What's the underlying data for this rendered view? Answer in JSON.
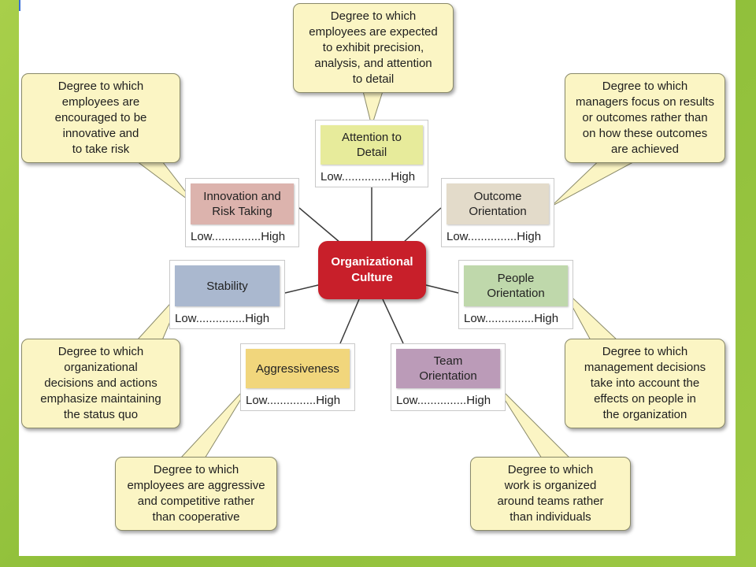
{
  "center": {
    "label": "Organizational\nCulture"
  },
  "colors": {
    "center": "#c81f2a",
    "callout": "#fbf5c4",
    "attention": "#e7eb9b",
    "innovation": "#dcb3ad",
    "outcome": "#e3dbca",
    "stability": "#aab8cf",
    "people": "#bfd8ab",
    "aggressiveness": "#f1d67c",
    "team": "#bb9bb8"
  },
  "dimensions": [
    {
      "id": "attention",
      "label": "Attention to\nDetail",
      "scale": "Low...............High",
      "description": "Degree to which\nemployees are expected\nto exhibit precision,\nanalysis, and attention\nto detail"
    },
    {
      "id": "innovation",
      "label": "Innovation and\nRisk Taking",
      "scale": "Low...............High",
      "description": "Degree to which\nemployees are\nencouraged to be\ninnovative and\nto take risk"
    },
    {
      "id": "outcome",
      "label": "Outcome\nOrientation",
      "scale": "Low...............High",
      "description": "Degree to which\nmanagers focus on results\nor outcomes rather than\non how these outcomes\nare achieved"
    },
    {
      "id": "stability",
      "label": "Stability",
      "scale": "Low...............High",
      "description": "Degree to which\norganizational\ndecisions and actions\nemphasize maintaining\nthe status quo"
    },
    {
      "id": "people",
      "label": "People\nOrientation",
      "scale": "Low...............High",
      "description": "Degree to which\nmanagement decisions\ntake into account the\neffects on people in\nthe organization"
    },
    {
      "id": "aggressiveness",
      "label": "Aggressiveness",
      "scale": "Low...............High",
      "description": "Degree to which\nemployees are aggressive\nand competitive rather\nthan cooperative"
    },
    {
      "id": "team",
      "label": "Team\nOrientation",
      "scale": "Low...............High",
      "description": "Degree to which\nwork is organized\naround teams rather\nthan individuals"
    }
  ]
}
